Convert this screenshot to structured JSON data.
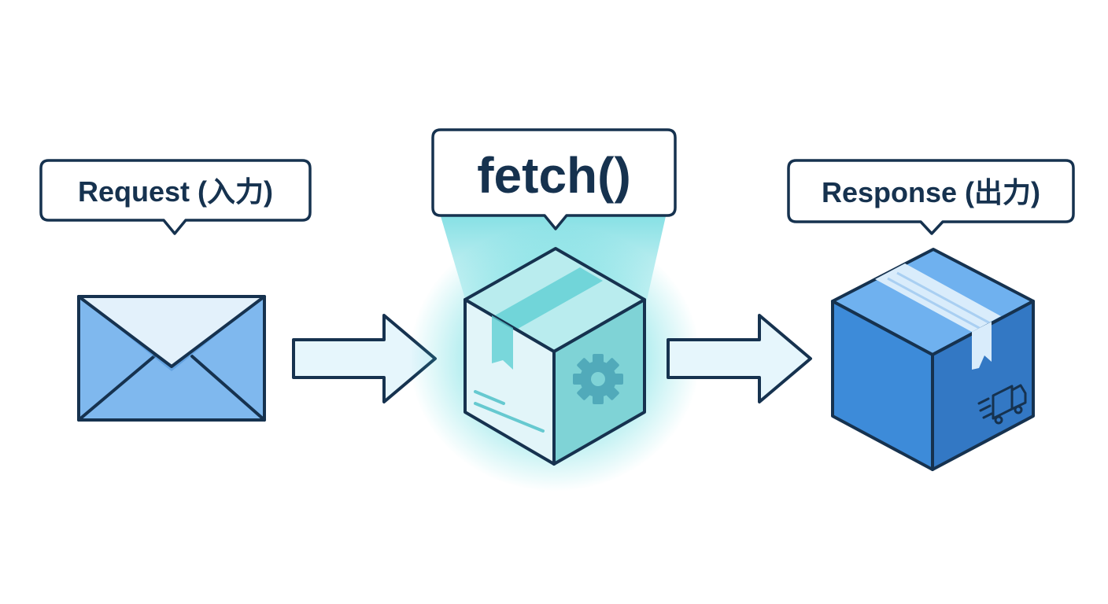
{
  "labels": {
    "request": "Request (入力)",
    "fetch": "fetch()",
    "response": "Response (出力)"
  },
  "icons": {
    "input": "envelope-icon",
    "process": "glowing-box-gear-icon",
    "output": "delivery-box-truck-icon",
    "connectors": "arrow-right-icon"
  },
  "colors": {
    "stroke": "#16324f",
    "envelope_fill": "#7fb8ee",
    "envelope_flap": "#e3f1fb",
    "arrow_fill": "#e6f6fc",
    "glow": "#3fd3d8",
    "box_face": "#e2f5f9",
    "box_side": "#7fd3d6",
    "box_top": "#b9ecee",
    "output_front": "#3d8bd9",
    "output_side": "#3378c4",
    "output_top": "#6fb1ef"
  }
}
